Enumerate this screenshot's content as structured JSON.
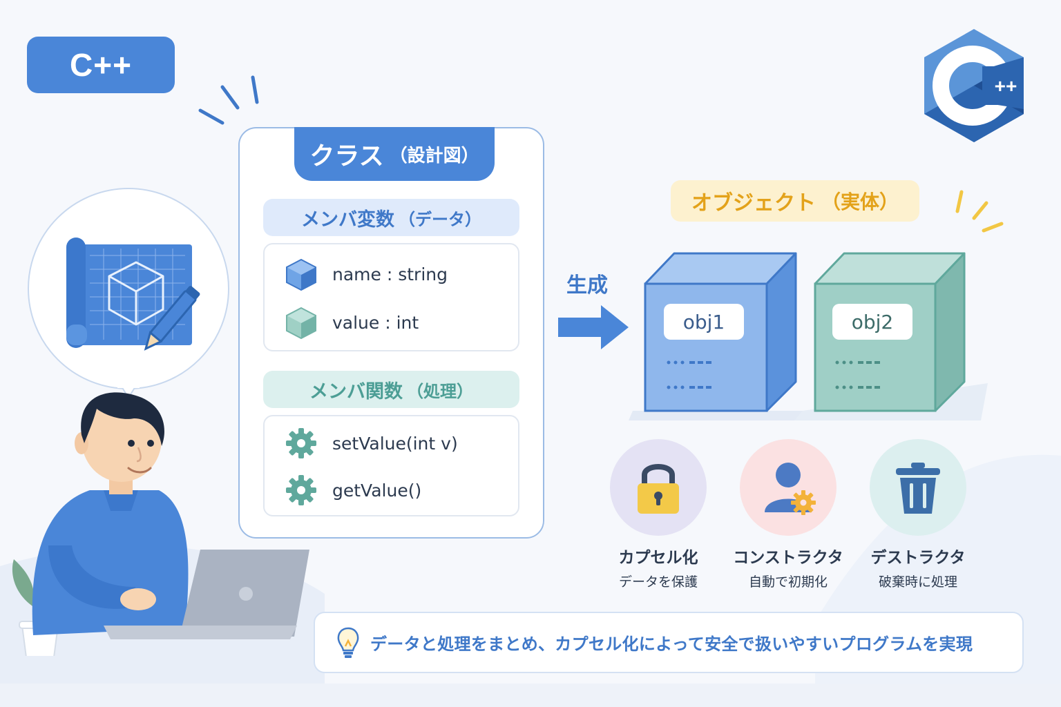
{
  "badge": {
    "label": "C++"
  },
  "logo": {
    "mark": "++"
  },
  "class_card": {
    "title": "クラス",
    "title_sub": "（設計図）",
    "vars_header": "メンバ変数",
    "vars_header_sub": "（データ）",
    "vars": [
      {
        "text": "name : string",
        "icon": "blue-cube-icon"
      },
      {
        "text": "value : int",
        "icon": "teal-cube-icon"
      }
    ],
    "funcs_header": "メンバ関数",
    "funcs_header_sub": "（処理）",
    "funcs": [
      {
        "text": "setValue(int v)",
        "icon": "gear-icon"
      },
      {
        "text": "getValue()",
        "icon": "gear-icon"
      }
    ]
  },
  "arrow": {
    "label": "生成"
  },
  "objects": {
    "header": "オブジェクト",
    "header_sub": "（実体）",
    "items": [
      {
        "label": "obj1",
        "color": "#8fb7ec"
      },
      {
        "label": "obj2",
        "color": "#9fcfc6"
      }
    ]
  },
  "features": [
    {
      "title": "カプセル化",
      "sub": "データを保護",
      "icon": "lock-icon"
    },
    {
      "title": "コンストラクタ",
      "sub": "自動で初期化",
      "icon": "user-gear-icon"
    },
    {
      "title": "デストラクタ",
      "sub": "破棄時に処理",
      "icon": "trash-icon"
    }
  ],
  "banner": {
    "icon": "lightbulb-icon",
    "text": "データと処理をまとめ、カプセル化によって安全で扱いやすいプログラムを実現"
  },
  "colors": {
    "primary": "#4a86d8",
    "teal": "#4c9e95",
    "accent": "#e3a21a"
  }
}
